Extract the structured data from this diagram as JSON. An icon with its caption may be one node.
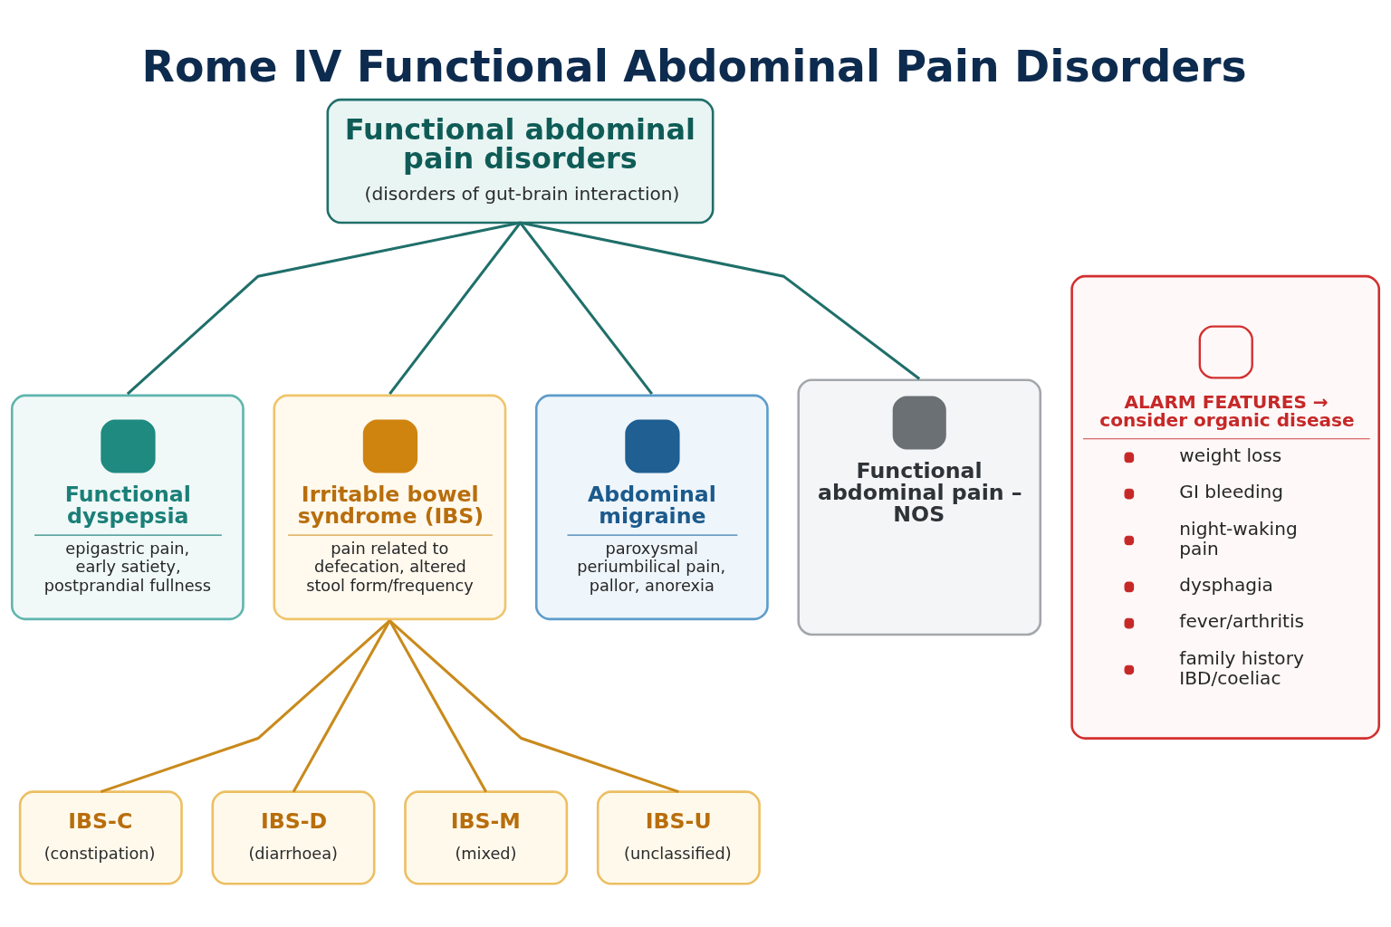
{
  "diagram": {
    "title": "Rome IV Functional Abdominal Pain Disorders",
    "nodes": [
      {
        "text": [
          "Functional abdominal pain disorders",
          "(disorders of gut-brain interaction)"
        ]
      },
      {
        "text": [
          "Functional dyspepsia",
          "epigastric pain, early satiety, postprandial fullness"
        ]
      },
      {
        "text": [
          "Irritable bowel syndrome (IBS)",
          "pain related to defecation, altered stool form/frequency"
        ]
      },
      {
        "text": [
          "Abdominal migraine",
          "paroxysmal periumbilical pain, pallor, anorexia"
        ]
      },
      {
        "text": [
          "Functional abdominal pain – NOS"
        ]
      },
      {
        "text": [
          "IBS-C",
          "(constipation)"
        ]
      },
      {
        "text": [
          "IBS-D",
          "(diarrhoea)"
        ]
      },
      {
        "text": [
          "IBS-M",
          "(mixed)"
        ]
      },
      {
        "text": [
          "IBS-U",
          "(unclassified)"
        ]
      },
      {
        "text": [
          "ALARM FEATURES → consider organic disease",
          "weight loss",
          "GI bleeding",
          "night-waking pain",
          "dysphagia",
          "fever/arthritis",
          "family history IBD/coeliac"
        ]
      }
    ],
    "edges": [
      {
        "from": 0,
        "to": 1,
        "arrow": "none",
        "color": "#1f6f6a"
      },
      {
        "from": 0,
        "to": 2,
        "arrow": "none",
        "color": "#1f6f6a"
      },
      {
        "from": 0,
        "to": 3,
        "arrow": "none",
        "color": "#1f6f6a"
      },
      {
        "from": 0,
        "to": 4,
        "arrow": "none",
        "color": "#1f6f6a"
      },
      {
        "from": 2,
        "to": 5,
        "arrow": "none",
        "color": "#c98a1c"
      },
      {
        "from": 2,
        "to": 6,
        "arrow": "none",
        "color": "#c98a1c"
      },
      {
        "from": 2,
        "to": 7,
        "arrow": "none",
        "color": "#c98a1c"
      },
      {
        "from": 2,
        "to": 8,
        "arrow": "none",
        "color": "#c98a1c"
      }
    ]
  }
}
